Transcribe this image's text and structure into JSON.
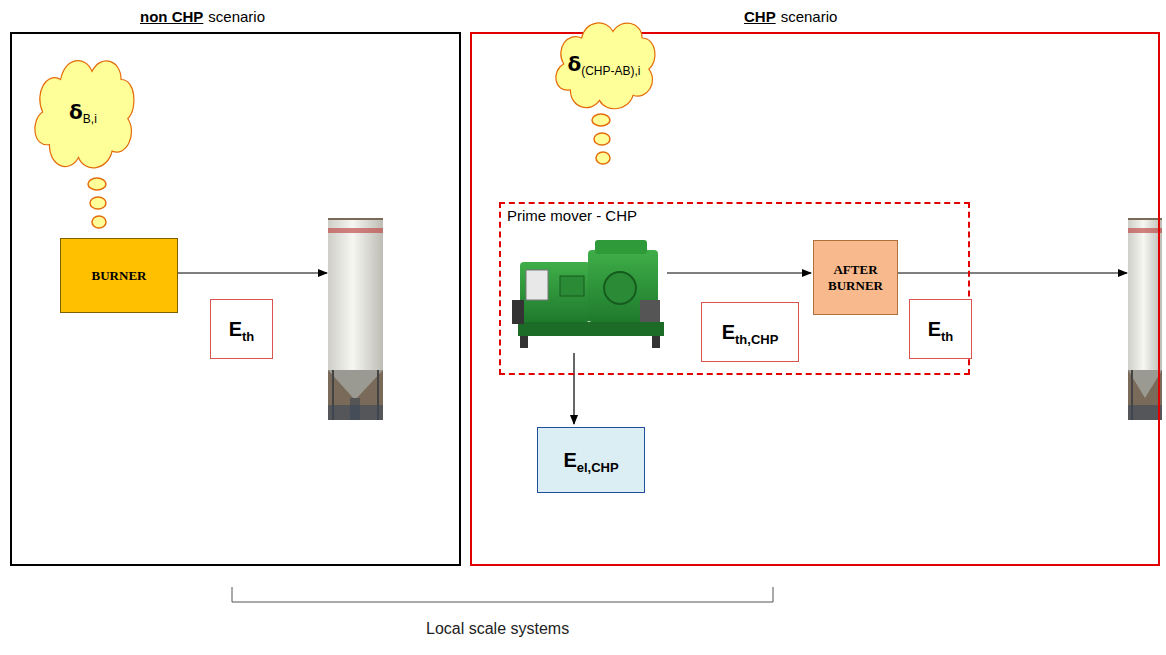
{
  "diagram": {
    "nodes": [
      {
        "text": [
          "non CHP",
          "scenario"
        ]
      },
      {
        "text": [
          "δ",
          "B,i"
        ],
        "in": 0
      },
      {
        "text": [
          "BURNER"
        ],
        "in": 0
      },
      {
        "text": [
          "E",
          "th"
        ],
        "in": 0
      },
      {
        "text": [
          "CHP",
          "scenario"
        ]
      },
      {
        "text": [
          "δ",
          "(CHP-AB),i"
        ],
        "in": 4
      },
      {
        "text": [
          "Prime mover - CHP"
        ],
        "in": 4
      },
      {
        "text": [
          "E",
          "th,CHP"
        ],
        "in": 6
      },
      {
        "text": [
          "AFTER BURNER"
        ],
        "in": 6
      },
      {
        "text": [
          "E",
          "th"
        ],
        "in": 4
      },
      {
        "text": [
          "E",
          "el,CHP"
        ],
        "in": 4
      }
    ],
    "labels": [
      "Local scale systems"
    ]
  }
}
